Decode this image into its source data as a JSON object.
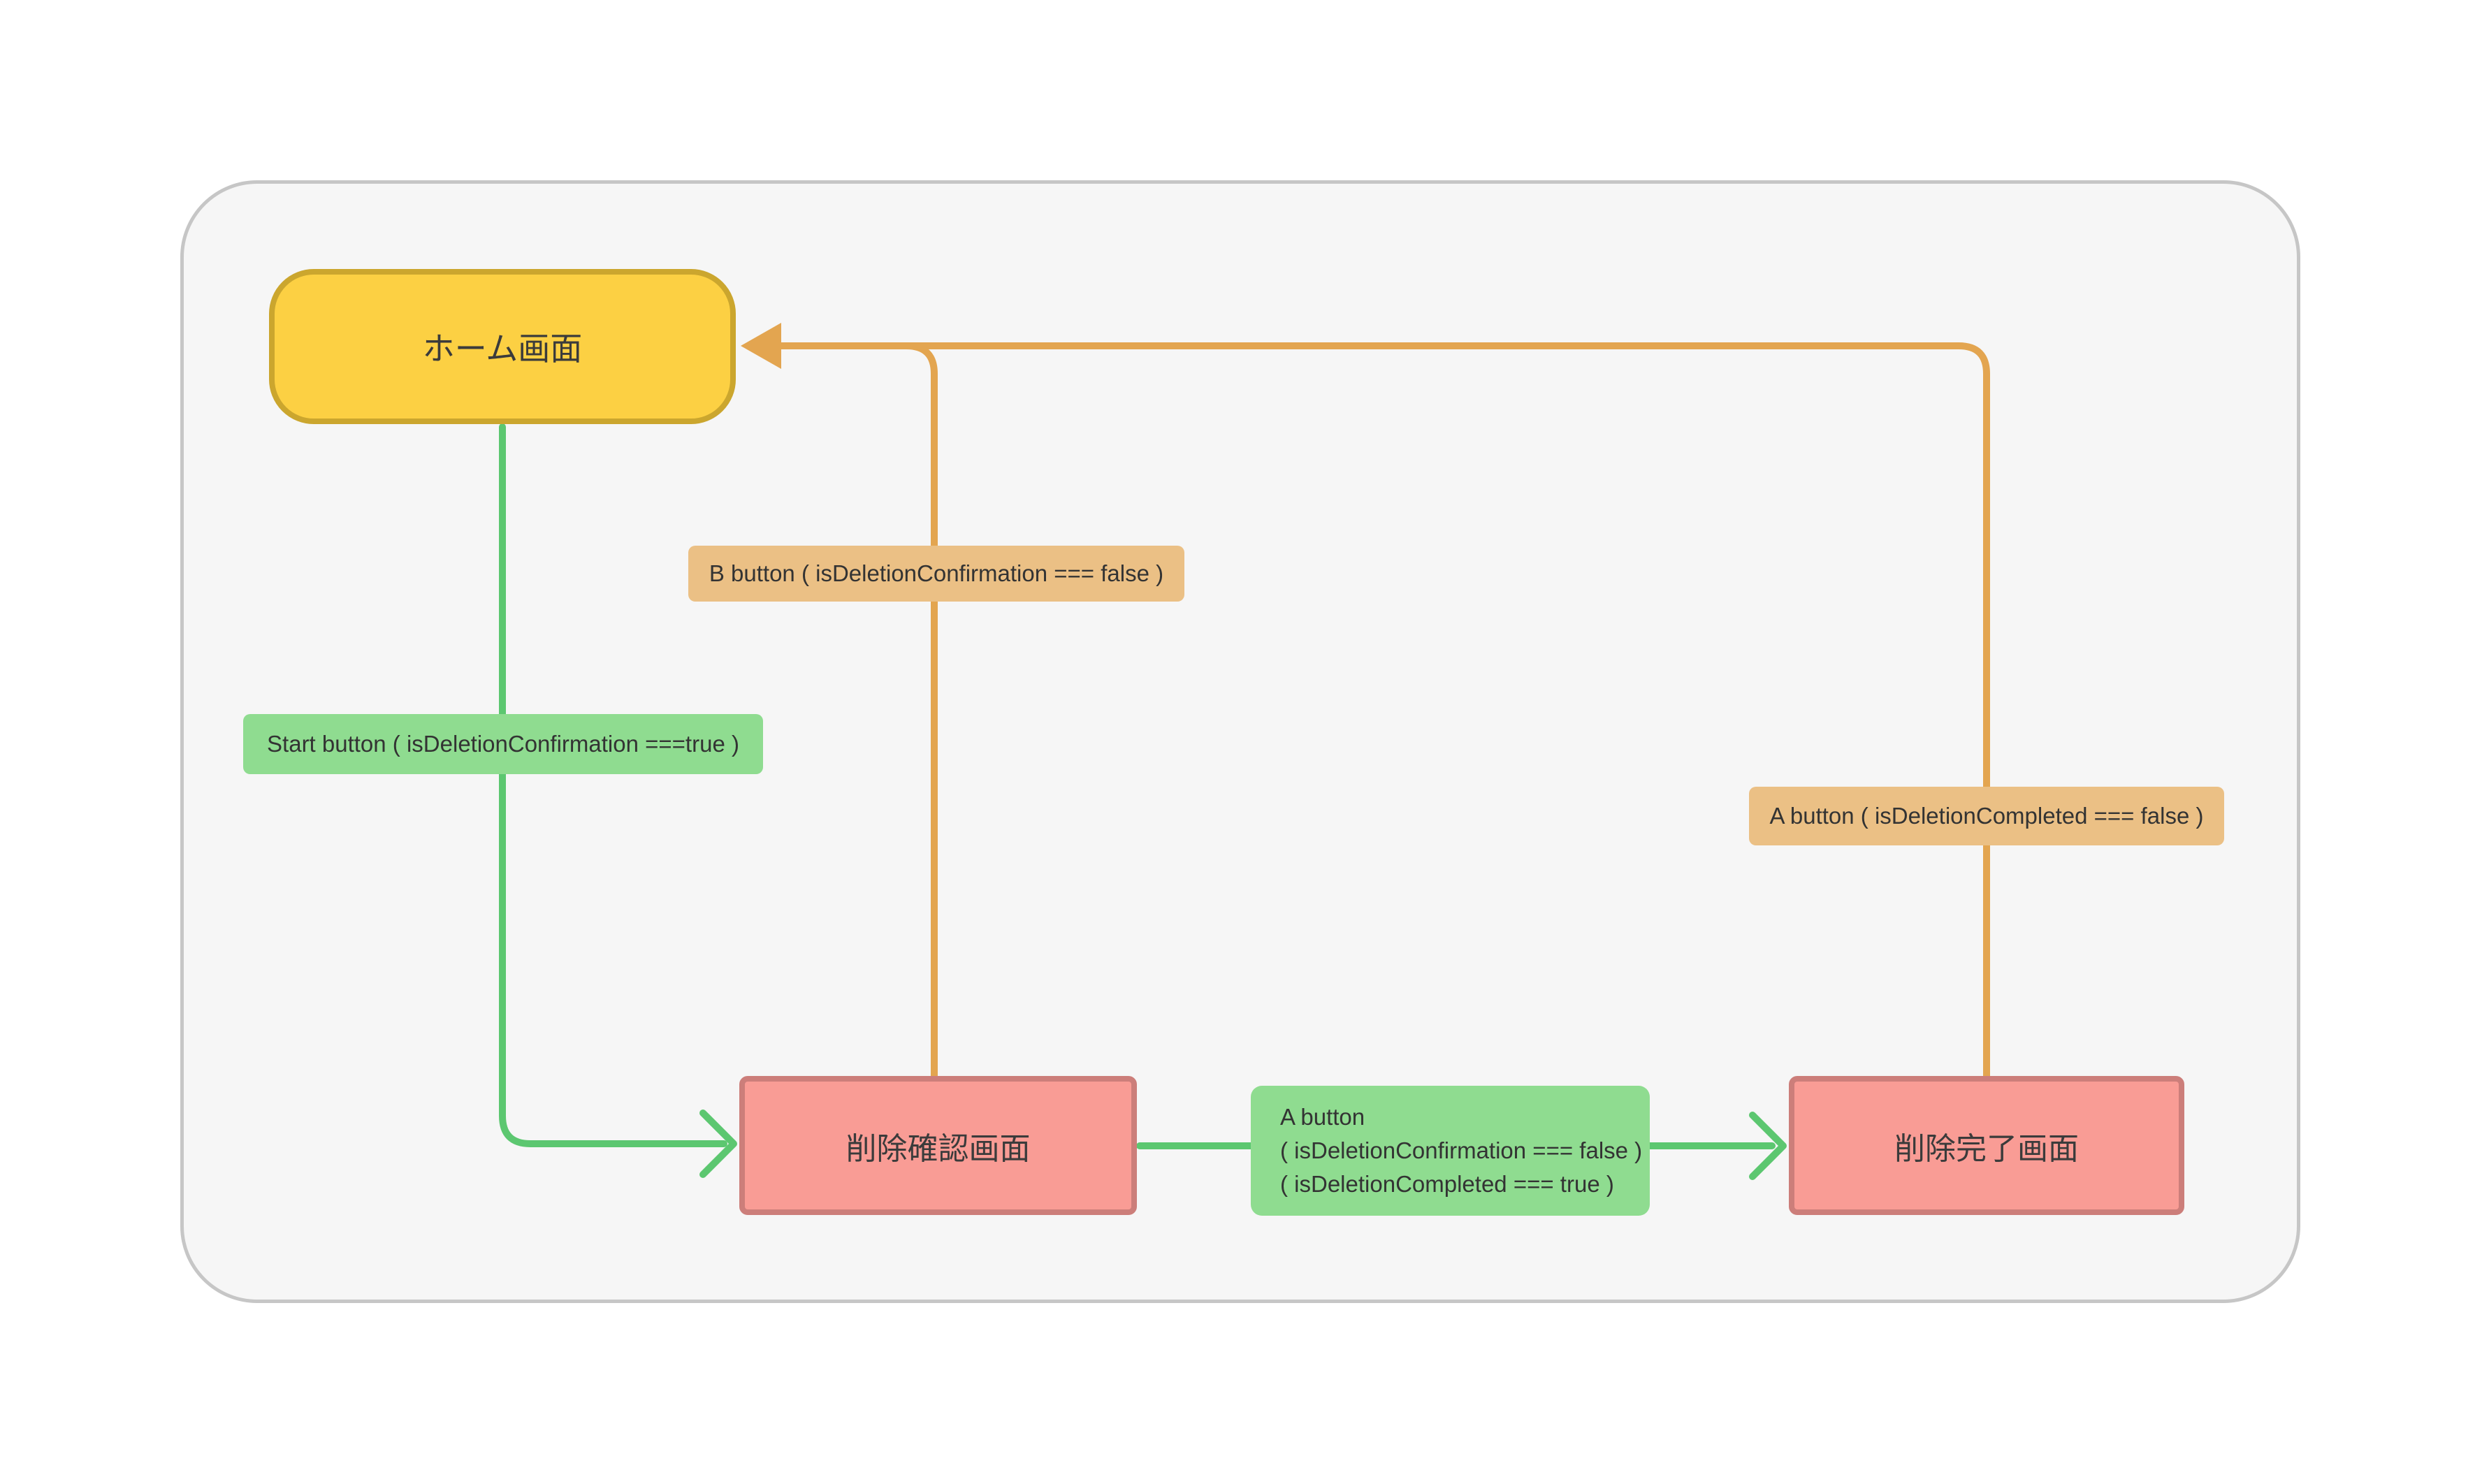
{
  "diagram": {
    "type": "screen-transition-flowchart",
    "background_color": "#ffffff",
    "canvas_color": "#f6f6f6",
    "nodes": {
      "home": {
        "label": "ホーム画面",
        "shape": "rounded-pill",
        "fill": "#fcd043",
        "border": "#cba62e"
      },
      "confirm": {
        "label": "削除確認画面",
        "shape": "rectangle",
        "fill": "#f99c95",
        "border": "#cc7e7a"
      },
      "complete": {
        "label": "削除完了画面",
        "shape": "rectangle",
        "fill": "#f99c95",
        "border": "#cc7e7a"
      }
    },
    "edges": {
      "home_to_confirm": {
        "from": "ホーム画面",
        "to": "削除確認画面",
        "line_color": "#5cc770",
        "label": "Start button ( isDeletionConfirmation ===true )",
        "label_bg": "#8fdc90",
        "arrow_style": "chevron"
      },
      "confirm_to_complete": {
        "from": "削除確認画面",
        "to": "削除完了画面",
        "line_color": "#5cc770",
        "label_lines": [
          "A button",
          "( isDeletionConfirmation === false )",
          "( isDeletionCompleted === true )"
        ],
        "label_bg": "#8fdc90",
        "arrow_style": "chevron"
      },
      "confirm_to_home": {
        "from": "削除確認画面",
        "to": "ホーム画面",
        "line_color": "#e3a550",
        "label": "B button ( isDeletionConfirmation === false )",
        "label_bg": "#ebc085",
        "arrow_style": "filled-triangle"
      },
      "complete_to_home": {
        "from": "削除完了画面",
        "to": "ホーム画面",
        "line_color": "#e3a550",
        "label": "A button ( isDeletionCompleted === false )",
        "label_bg": "#ebc085",
        "arrow_style": "filled-triangle"
      }
    }
  }
}
